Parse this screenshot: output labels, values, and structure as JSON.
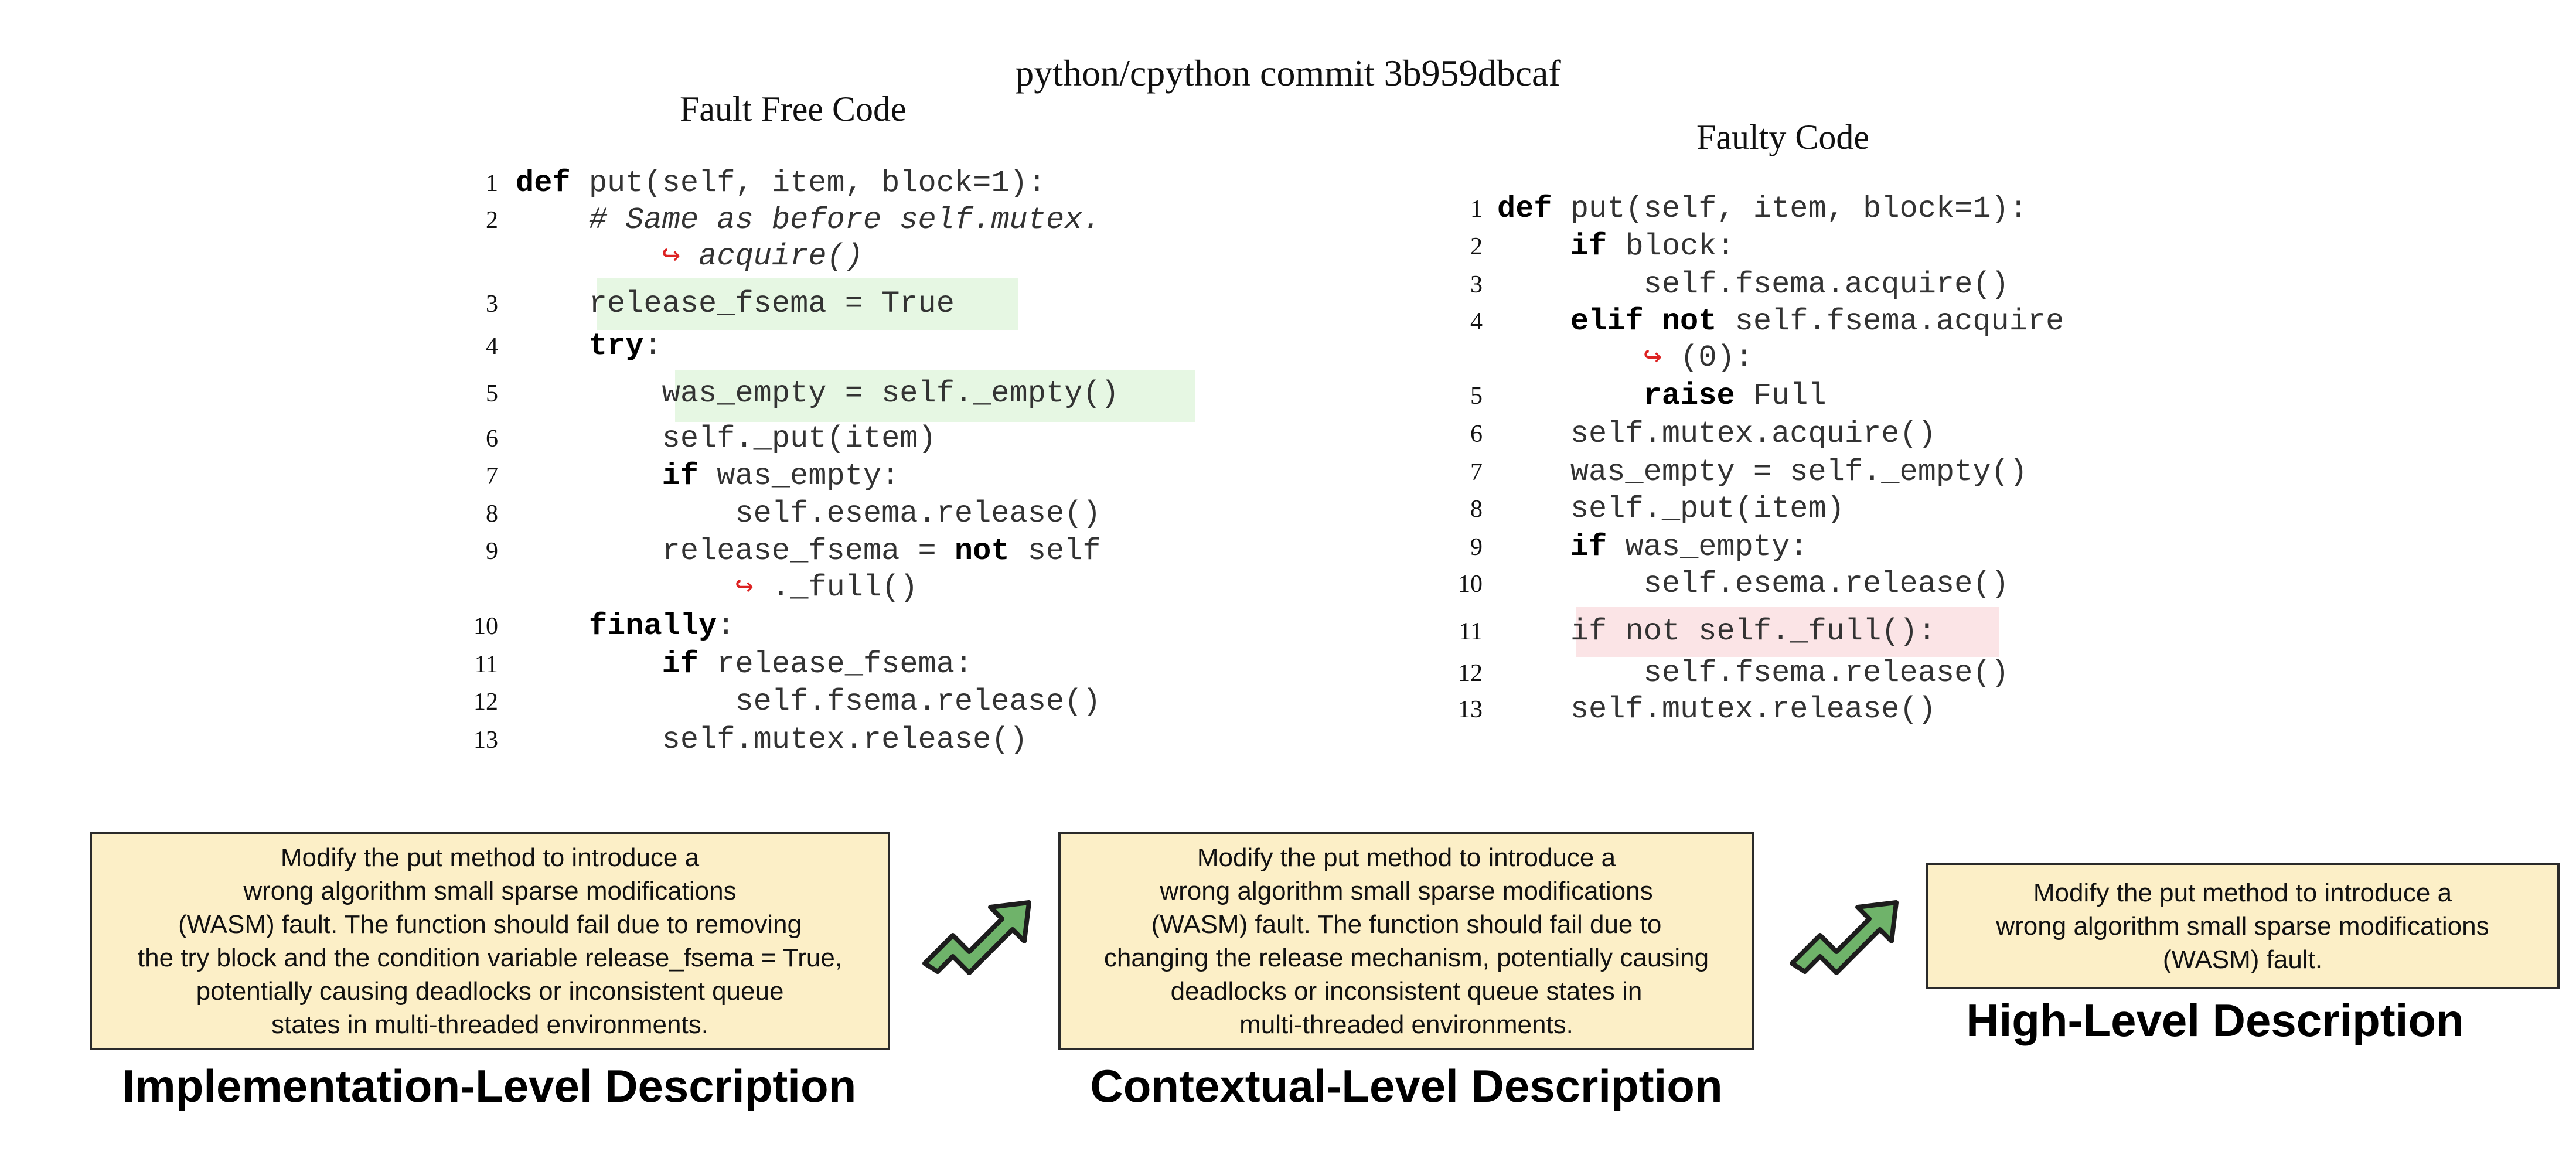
{
  "title": "python/cpython commit 3b959dbcaf",
  "fault_free": {
    "title": "Fault Free Code",
    "lines": [
      {
        "n": "1",
        "parts": [
          {
            "t": "def",
            "k": "kw"
          },
          {
            "t": " put(self, item, block=1):"
          }
        ]
      },
      {
        "n": "2",
        "parts": [
          {
            "t": "    "
          },
          {
            "t": "# Same as before self.mutex.",
            "k": "cm"
          }
        ]
      },
      {
        "n": "",
        "parts": [
          {
            "t": "        "
          },
          {
            "t": "↪",
            "k": "arrow"
          },
          {
            "t": " "
          },
          {
            "t": "acquire()",
            "k": "cm"
          }
        ]
      },
      {
        "n": "3",
        "parts": [
          {
            "t": "    release_fsema = True"
          }
        ]
      },
      {
        "n": "4",
        "parts": [
          {
            "t": "    "
          },
          {
            "t": "try",
            "k": "kw"
          },
          {
            "t": ":"
          }
        ]
      },
      {
        "n": "5",
        "parts": [
          {
            "t": "        was_empty = self._empty()"
          }
        ]
      },
      {
        "n": "6",
        "parts": [
          {
            "t": "        self._put(item)"
          }
        ]
      },
      {
        "n": "7",
        "parts": [
          {
            "t": "        "
          },
          {
            "t": "if",
            "k": "kw"
          },
          {
            "t": " was_empty:"
          }
        ]
      },
      {
        "n": "8",
        "parts": [
          {
            "t": "            self.esema.release()"
          }
        ]
      },
      {
        "n": "9",
        "parts": [
          {
            "t": "        release_fsema = "
          },
          {
            "t": "not",
            "k": "kw"
          },
          {
            "t": " self"
          }
        ]
      },
      {
        "n": "",
        "parts": [
          {
            "t": "            "
          },
          {
            "t": "↪",
            "k": "arrow"
          },
          {
            "t": " ._full()"
          }
        ]
      },
      {
        "n": "10",
        "parts": [
          {
            "t": "    "
          },
          {
            "t": "finally",
            "k": "kw"
          },
          {
            "t": ":"
          }
        ]
      },
      {
        "n": "11",
        "parts": [
          {
            "t": "        "
          },
          {
            "t": "if",
            "k": "kw"
          },
          {
            "t": " release_fsema:"
          }
        ]
      },
      {
        "n": "12",
        "parts": [
          {
            "t": "            self.fsema.release()"
          }
        ]
      },
      {
        "n": "13",
        "parts": [
          {
            "t": "        self.mutex.release()"
          }
        ]
      }
    ]
  },
  "faulty": {
    "title": "Faulty Code",
    "lines": [
      {
        "n": "1",
        "parts": [
          {
            "t": "def",
            "k": "kw"
          },
          {
            "t": " put(self, item, block=1):"
          }
        ]
      },
      {
        "n": "2",
        "parts": [
          {
            "t": "    "
          },
          {
            "t": "if",
            "k": "kw"
          },
          {
            "t": " block:"
          }
        ]
      },
      {
        "n": "3",
        "parts": [
          {
            "t": "        self.fsema.acquire()"
          }
        ]
      },
      {
        "n": "4",
        "parts": [
          {
            "t": "    "
          },
          {
            "t": "elif not",
            "k": "kw"
          },
          {
            "t": " self.fsema.acquire"
          }
        ]
      },
      {
        "n": "",
        "parts": [
          {
            "t": "        "
          },
          {
            "t": "↪",
            "k": "arrow"
          },
          {
            "t": " (0):"
          }
        ]
      },
      {
        "n": "5",
        "parts": [
          {
            "t": "        "
          },
          {
            "t": "raise",
            "k": "kw"
          },
          {
            "t": " Full"
          }
        ]
      },
      {
        "n": "6",
        "parts": [
          {
            "t": "    self.mutex.acquire()"
          }
        ]
      },
      {
        "n": "7",
        "parts": [
          {
            "t": "    was_empty = self._empty()"
          }
        ]
      },
      {
        "n": "8",
        "parts": [
          {
            "t": "    self._put(item)"
          }
        ]
      },
      {
        "n": "9",
        "parts": [
          {
            "t": "    "
          },
          {
            "t": "if",
            "k": "kw"
          },
          {
            "t": " was_empty:"
          }
        ]
      },
      {
        "n": "10",
        "parts": [
          {
            "t": "        self.esema.release()"
          }
        ]
      },
      {
        "n": "11",
        "parts": [
          {
            "t": "    if not self._full():"
          }
        ]
      },
      {
        "n": "12",
        "parts": [
          {
            "t": "        self.fsema.release()"
          }
        ]
      },
      {
        "n": "13",
        "parts": [
          {
            "t": "    self.mutex.release()"
          }
        ]
      }
    ]
  },
  "descriptions": {
    "implementation": {
      "label": "Implementation-Level Description",
      "lines": [
        "Modify the put method to introduce a",
        "wrong algorithm small sparse modifications",
        "(WASM) fault. The function should fail due to removing",
        "the try block and the condition variable release_fsema = True,",
        "potentially causing deadlocks or inconsistent queue",
        "states in multi-threaded environments."
      ]
    },
    "contextual": {
      "label": "Contextual-Level Description",
      "lines": [
        "Modify the put method to introduce a",
        "wrong algorithm small sparse modifications",
        "(WASM) fault. The function should fail due to",
        "changing the release mechanism, potentially causing",
        "deadlocks or inconsistent queue states in",
        "multi-threaded environments."
      ]
    },
    "high": {
      "label": "High-Level Description",
      "lines": [
        "Modify the put method to introduce a",
        "wrong algorithm small sparse modifications",
        "(WASM) fault."
      ]
    }
  },
  "arrow_icon": "trend-up-arrow-icon",
  "colors": {
    "added_highlight": "#e6f7e3",
    "removed_highlight": "#fbe4e6",
    "box_fill": "#fcefc7",
    "arrow_fill": "#6fb36a",
    "wrap_arrow": "#dd2222"
  }
}
